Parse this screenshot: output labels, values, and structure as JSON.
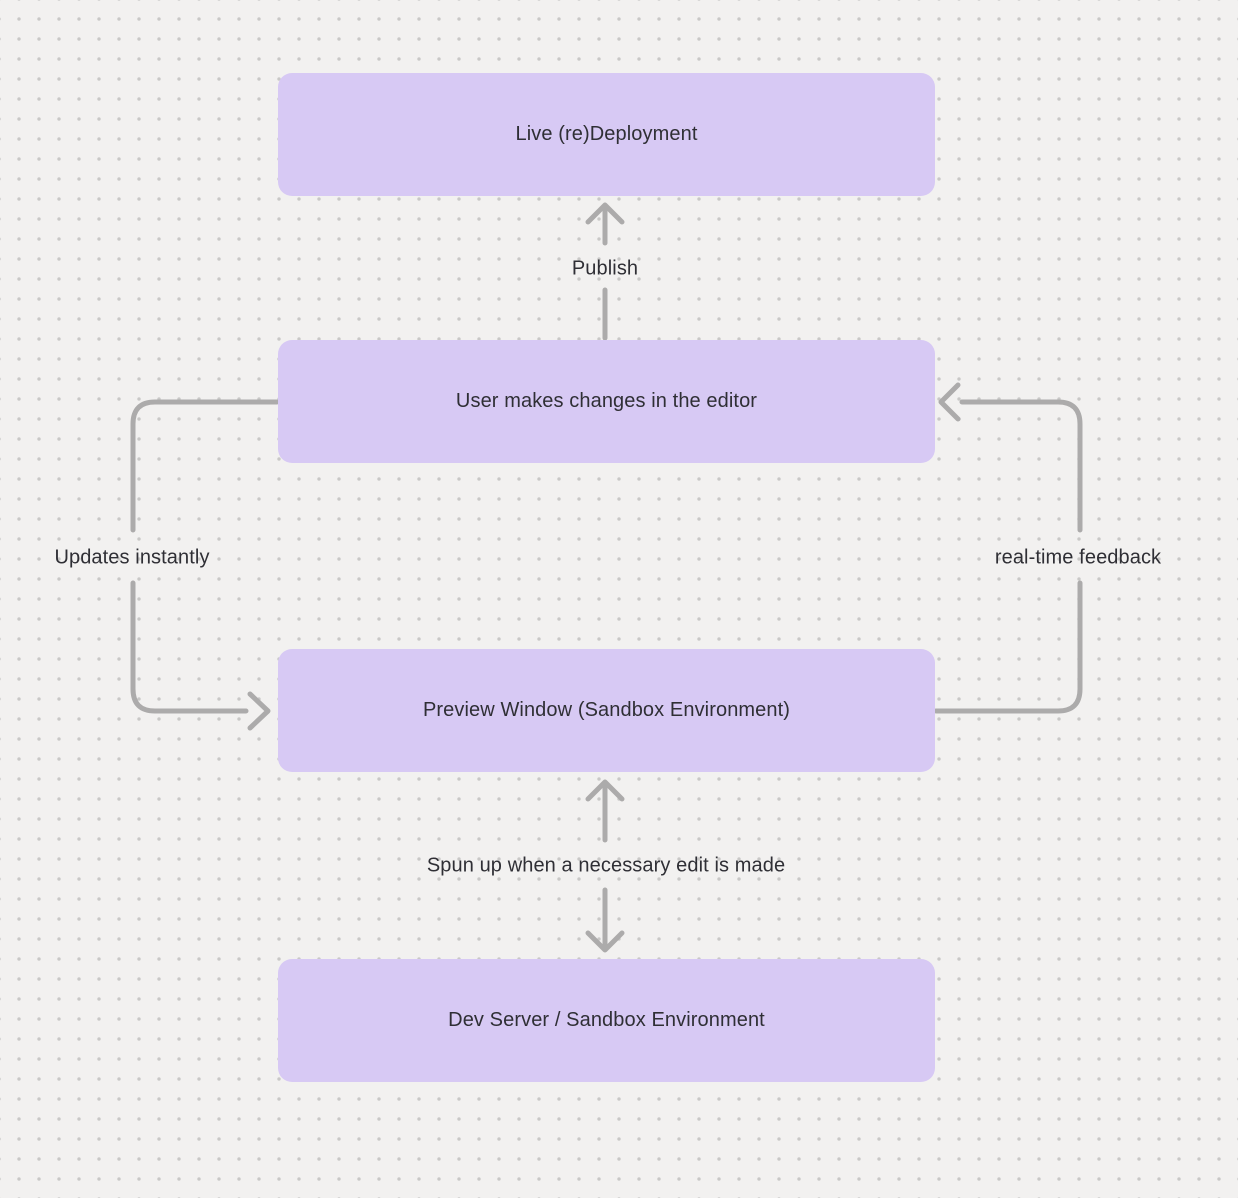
{
  "canvas": {
    "background_color": "#f2f1f0",
    "dot_color": "#c9c8c7"
  },
  "palette": {
    "node_fill": "#d7c9f4",
    "node_text": "#2f2f35",
    "arrow": "#acabab"
  },
  "nodes": [
    {
      "id": "live-redeployment",
      "label": "Live (re)Deployment"
    },
    {
      "id": "editor",
      "label": "User makes changes in the editor"
    },
    {
      "id": "preview-window",
      "label": "Preview Window (Sandbox Environment)"
    },
    {
      "id": "dev-server",
      "label": "Dev Server / Sandbox Environment"
    }
  ],
  "edges": [
    {
      "id": "publish",
      "from": "editor",
      "to": "live-redeployment",
      "label": "Publish",
      "direction": "up"
    },
    {
      "id": "updates-instantly",
      "from": "editor",
      "to": "preview-window",
      "label": "Updates instantly",
      "direction": "left-loop-down"
    },
    {
      "id": "real-time-feedback",
      "from": "preview-window",
      "to": "editor",
      "label": "real-time feedback",
      "direction": "right-loop-up"
    },
    {
      "id": "spun-up",
      "from": "preview-window",
      "to": "dev-server",
      "label": "Spun up when a necessary edit is made",
      "direction": "bidirectional"
    }
  ]
}
